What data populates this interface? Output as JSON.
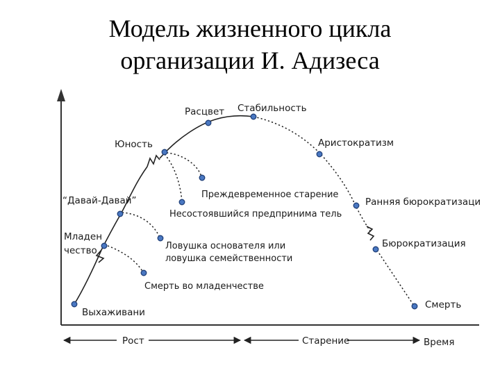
{
  "title": {
    "line1": "Модель жизненного цикла",
    "line2": "организации И. Адизеса"
  },
  "stages": {
    "survival": "Выхаживани",
    "infancy_line1": "Младен",
    "infancy_line2": "чество",
    "go_go": "“Давай-Давай”",
    "youth": "Юность",
    "prime": "Расцвет",
    "stability": "Стабильность",
    "aristocracy": "Аристократизм",
    "early_bureaucracy": "Ранняя бюрократизаци",
    "bureaucracy": "Бюрократизация",
    "death": "Смерть"
  },
  "traps": {
    "infant_mortality": "Смерть во младенчестве",
    "founder_trap_line1": "Ловушка основателя или",
    "founder_trap_line2": "ловушка семейственности",
    "failed_entrepreneur": "Несостоявшийся предпринима тель",
    "premature_aging": "Преждевременное старение"
  },
  "axis": {
    "growth": "Рост",
    "aging": "Старение",
    "time": "Время"
  },
  "colors": {
    "point_fill": "#4a78c2",
    "point_stroke": "#1f3f78",
    "line": "#222222"
  }
}
